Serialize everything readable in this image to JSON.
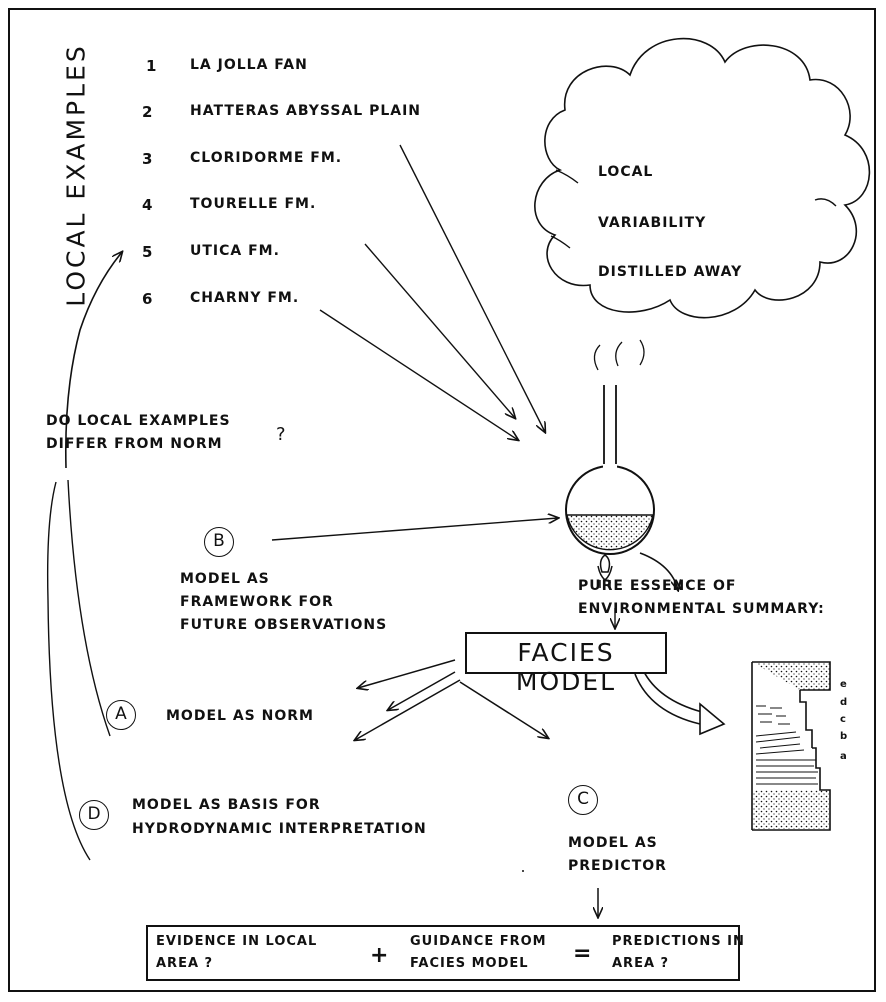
{
  "side_title": "LOCAL EXAMPLES",
  "examples": [
    {
      "num": "1",
      "label": "LA JOLLA FAN"
    },
    {
      "num": "2",
      "label": "HATTERAS ABYSSAL PLAIN"
    },
    {
      "num": "3",
      "label": "CLORIDORME FM."
    },
    {
      "num": "4",
      "label": "TOURELLE FM."
    },
    {
      "num": "5",
      "label": "UTICA FM."
    },
    {
      "num": "6",
      "label": "CHARNY FM."
    }
  ],
  "cloud": {
    "line1": "LOCAL",
    "line2": "VARIABILITY",
    "line3": "DISTILLED AWAY"
  },
  "question": {
    "line1": "DO LOCAL EXAMPLES",
    "line2": "DIFFER FROM NORM",
    "mark": "?"
  },
  "b": {
    "letter": "B",
    "line1": "MODEL AS",
    "line2": "FRAMEWORK FOR",
    "line3": "FUTURE OBSERVATIONS"
  },
  "essence": {
    "line1": "PURE ESSENCE OF",
    "line2": "ENVIRONMENTAL SUMMARY:"
  },
  "facies_model": "FACIES MODEL",
  "a": {
    "letter": "A",
    "label": "MODEL AS NORM"
  },
  "d": {
    "letter": "D",
    "line1": "MODEL AS BASIS FOR",
    "line2": "HYDRODYNAMIC INTERPRETATION"
  },
  "c": {
    "letter": "C",
    "line1": "MODEL AS",
    "line2": "PREDICTOR"
  },
  "column_labels": [
    "e",
    "d",
    "c",
    "b",
    "a"
  ],
  "equation": {
    "left1": "EVIDENCE IN LOCAL",
    "left2": "AREA  ?",
    "plus": "+",
    "mid1": "GUIDANCE FROM",
    "mid2": "FACIES MODEL",
    "equals": "=",
    "right1": "PREDICTIONS IN",
    "right2": "AREA  ?"
  }
}
